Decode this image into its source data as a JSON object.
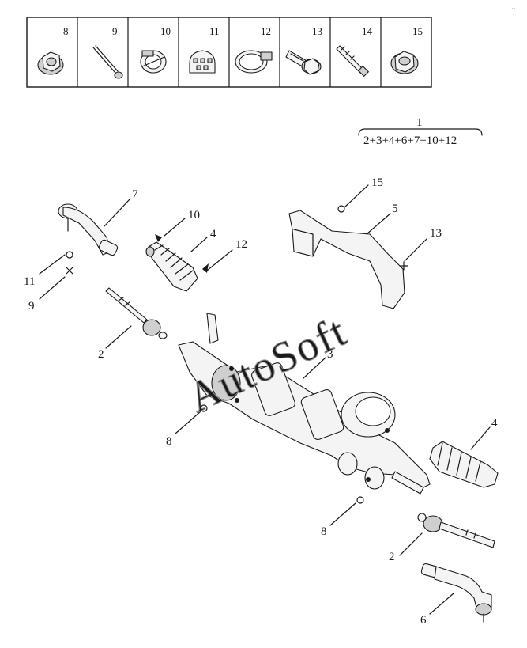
{
  "watermark": "AutoSoft",
  "corner_mark": "..",
  "parts_table": {
    "cells": [
      {
        "number": "8",
        "icon": "flange-nut-icon"
      },
      {
        "number": "9",
        "icon": "cable-tie-icon"
      },
      {
        "number": "10",
        "icon": "boot-clamp-icon"
      },
      {
        "number": "11",
        "icon": "clip-icon"
      },
      {
        "number": "12",
        "icon": "hose-clamp-icon"
      },
      {
        "number": "13",
        "icon": "flange-bolt-icon"
      },
      {
        "number": "14",
        "icon": "long-bolt-icon"
      },
      {
        "number": "15",
        "icon": "hex-nut-icon"
      }
    ]
  },
  "assembly": {
    "number": "1",
    "composition": "2+3+4+6+7+10+12"
  },
  "callouts": [
    {
      "id": "7-top",
      "label": "7"
    },
    {
      "id": "10-top",
      "label": "10"
    },
    {
      "id": "4-top",
      "label": "4"
    },
    {
      "id": "12-top",
      "label": "12"
    },
    {
      "id": "15-top",
      "label": "15"
    },
    {
      "id": "5-top",
      "label": "5"
    },
    {
      "id": "13-top",
      "label": "13"
    },
    {
      "id": "11-left",
      "label": "11"
    },
    {
      "id": "9-left",
      "label": "9"
    },
    {
      "id": "2-upper",
      "label": "2"
    },
    {
      "id": "3-mid",
      "label": "3"
    },
    {
      "id": "8-left",
      "label": "8"
    },
    {
      "id": "4-right",
      "label": "4"
    },
    {
      "id": "8-lower",
      "label": "8"
    },
    {
      "id": "2-lower",
      "label": "2"
    },
    {
      "id": "6-lower",
      "label": "6"
    }
  ]
}
